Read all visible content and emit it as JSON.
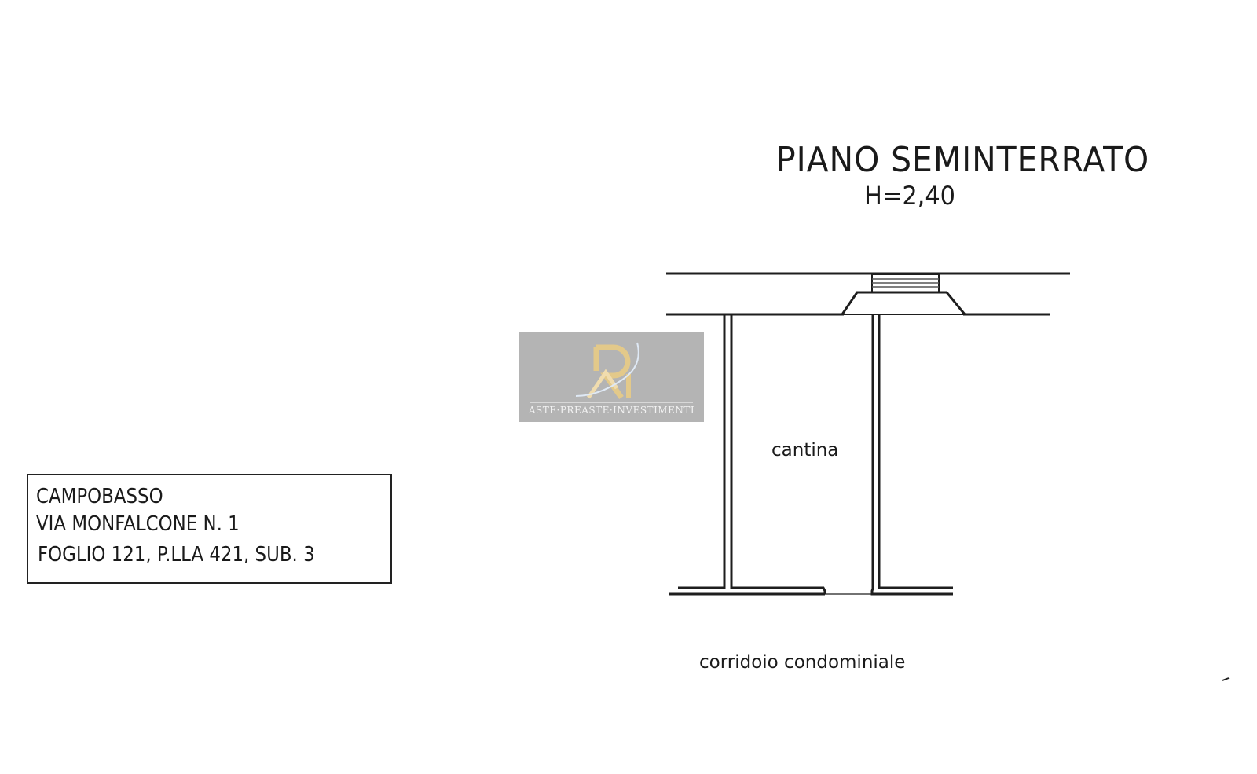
{
  "title": "PIANO  SEMINTERRATO",
  "height_label": "H=2,40",
  "rooms": {
    "cantina": "cantina",
    "corridor": "corridoio  condominiale"
  },
  "info_box": {
    "lines": [
      "CAMPOBASSO",
      "VIA MONFALCONE N. 1",
      "FOGLIO 121, P.LLA 421, SUB. 3"
    ]
  },
  "watermark": {
    "logo": "RI",
    "text": "ASTE·PREASTE·INVESTIMENTI"
  },
  "colors": {
    "line": "#1e1e1e",
    "watermark_bg": "#b4b4b4",
    "logo_gold": "#e3c98a"
  }
}
